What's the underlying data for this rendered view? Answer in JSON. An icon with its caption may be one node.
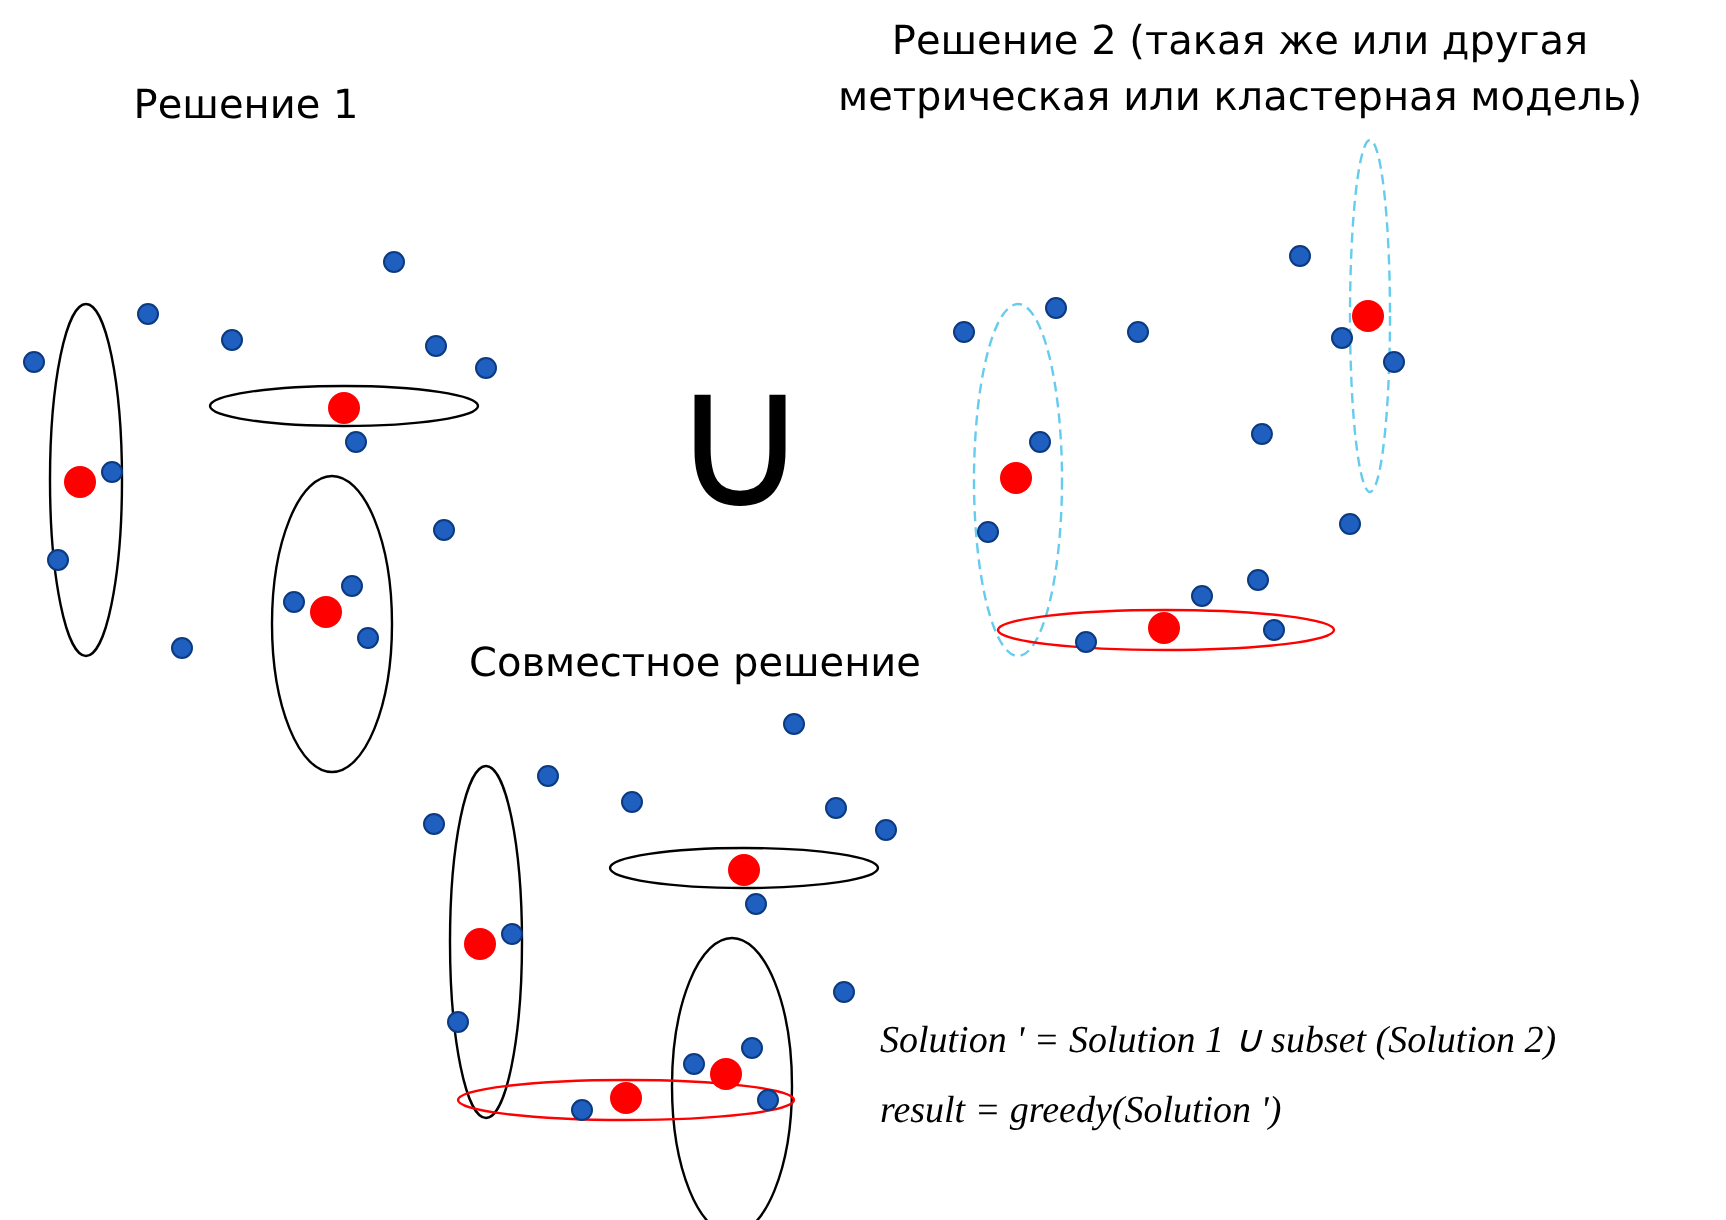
{
  "diagram": {
    "labels": [
      "Решение 1",
      "Решение 2 (такая же или другая метрическая или кластерная модель)",
      "∪",
      "Совместное решение",
      "Solution ' = Solution 1 ∪ subset (Solution 2)",
      "result = greedy(Solution ')"
    ]
  }
}
